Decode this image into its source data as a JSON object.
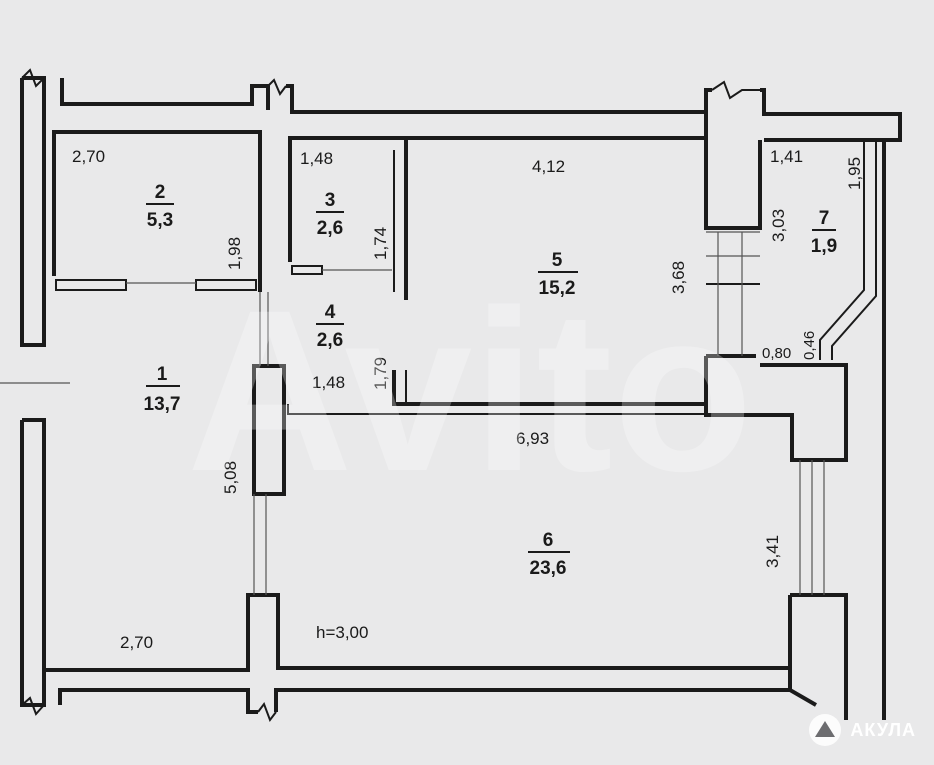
{
  "watermark": "Avito",
  "brand": {
    "name": "АКУЛА"
  },
  "ceiling_height": "h=3,00",
  "rooms": [
    {
      "number": "1",
      "area": "13,7"
    },
    {
      "number": "2",
      "area": "5,3"
    },
    {
      "number": "3",
      "area": "2,6"
    },
    {
      "number": "4",
      "area": "2,6"
    },
    {
      "number": "5",
      "area": "15,2"
    },
    {
      "number": "6",
      "area": "23,6"
    },
    {
      "number": "7",
      "area": "1,9"
    }
  ],
  "dimensions": {
    "room2_width": "2,70",
    "room2_height": "1,98",
    "room3_width": "1,48",
    "room3_height": "1,74",
    "room4_width": "1,48",
    "room4_height": "1,79",
    "room5_width": "4,12",
    "room5_height": "3,68",
    "room7_width": "1,41",
    "room7_height_left": "3,03",
    "room7_height_right": "1,95",
    "room7_bottom": "0,80",
    "room7_angle": "0,46",
    "room1_height": "5,08",
    "room1_width": "2,70",
    "room6_width": "6,93",
    "room6_height": "3,41"
  }
}
